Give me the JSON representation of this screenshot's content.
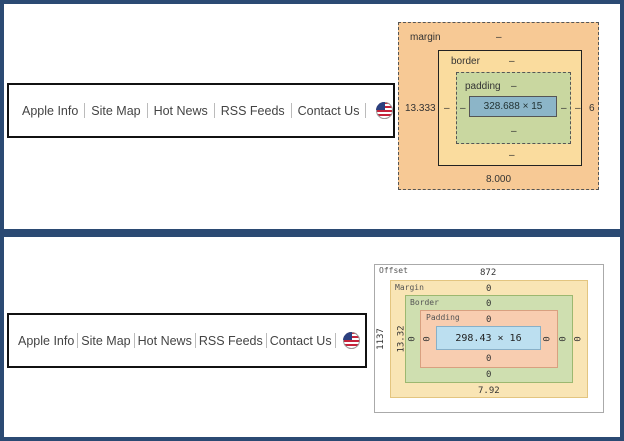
{
  "nav": {
    "items": [
      "Apple Info",
      "Site Map",
      "Hot News",
      "RSS Feeds",
      "Contact Us"
    ],
    "flag_icon": "us-flag-icon"
  },
  "boxmodel1": {
    "margin_label": "margin",
    "margin_top": "–",
    "margin_left": "13.333",
    "margin_right": "6",
    "margin_bottom": "8.000",
    "border_label": "border",
    "border_top": "–",
    "border_left": "–",
    "border_right": "–",
    "border_bottom": "–",
    "padding_label": "padding",
    "padding_top": "–",
    "padding_left": "–",
    "padding_right": "–",
    "padding_bottom": "–",
    "content": "328.688 × 15"
  },
  "boxmodel2": {
    "offset_label": "Offset",
    "offset_top": "872",
    "offset_left": "1137",
    "margin_label": "Margin",
    "margin_top": "0",
    "margin_left": "13.32",
    "margin_right": "0",
    "margin_bottom": "7.92",
    "border_label": "Border",
    "border_top": "0",
    "border_left": "0",
    "border_right": "0",
    "border_bottom": "0",
    "padding_label": "Padding",
    "padding_top": "0",
    "padding_left": "0",
    "padding_right": "0",
    "padding_bottom": "0",
    "content": "298.43 × 16"
  }
}
